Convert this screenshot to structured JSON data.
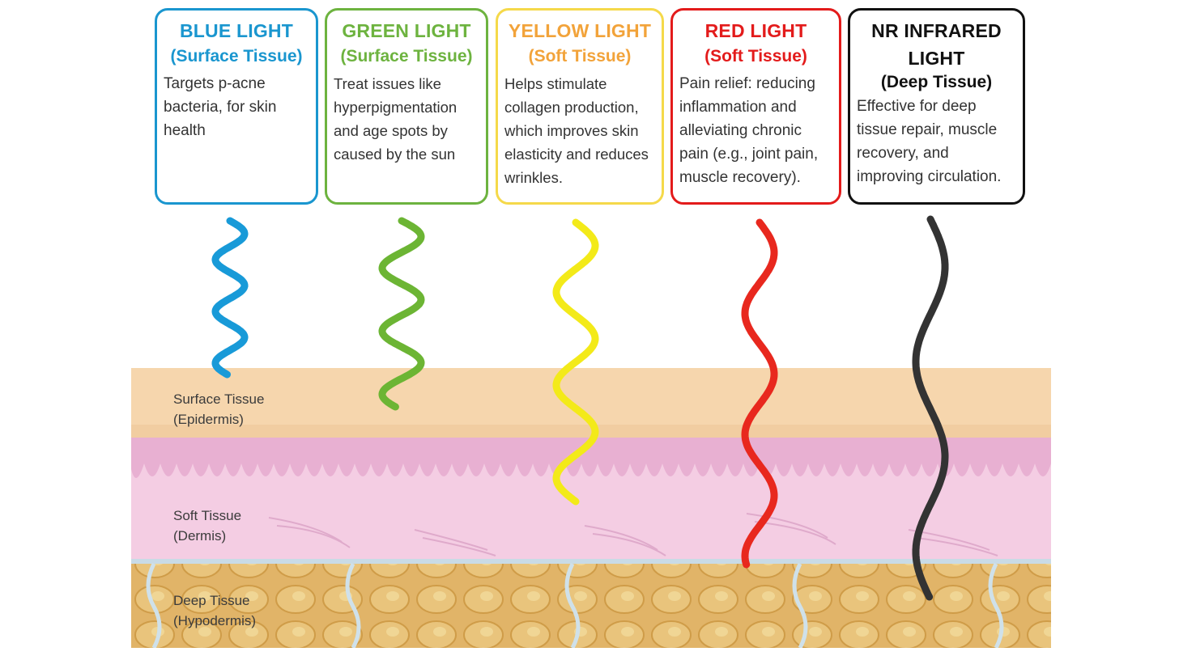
{
  "cards": [
    {
      "title": "BLUE LIGHT",
      "subtitle": "(Surface Tissue)",
      "description": "Targets p-acne bacteria, for skin health",
      "color": "#1a96cf"
    },
    {
      "title": "GREEN LIGHT",
      "subtitle": "(Surface Tissue)",
      "description": "Treat issues like hyperpigmentation and age spots by caused by the sun",
      "color": "#6db33f"
    },
    {
      "title": "YELLOW LIGHT",
      "subtitle": "(Soft Tissue)",
      "description": "Helps stimulate collagen production, which improves skin elasticity and reduces wrinkles.",
      "color": "#f2a33a"
    },
    {
      "title": "RED LIGHT",
      "subtitle": "(Soft Tissue)",
      "description": "Pain relief: reducing inflammation and alleviating chronic pain (e.g., joint pain, muscle recovery).",
      "color": "#e31b1b"
    },
    {
      "title": "NR INFRARED LIGHT",
      "subtitle": "(Deep Tissue)",
      "description": "Effective for deep tissue repair, muscle recovery, and improving circulation.",
      "color": "#111111"
    }
  ],
  "layers": [
    {
      "line1": "Surface Tissue",
      "line2": "(Epidermis)"
    },
    {
      "line1": "Soft Tissue",
      "line2": "(Dermis)"
    },
    {
      "line1": "Deep Tissue",
      "line2": "(Hypodermis)"
    }
  ],
  "wave_colors": {
    "blue": "#189ad8",
    "green": "#6cb534",
    "yellow": "#f3ea19",
    "red": "#e8281e",
    "infrared": "#333333"
  },
  "tissue_colors": {
    "epidermis": "#f6d6ad",
    "dermis": "#edbdda",
    "hypodermis": "#e1b468",
    "membrane": "#c9dbe6"
  }
}
